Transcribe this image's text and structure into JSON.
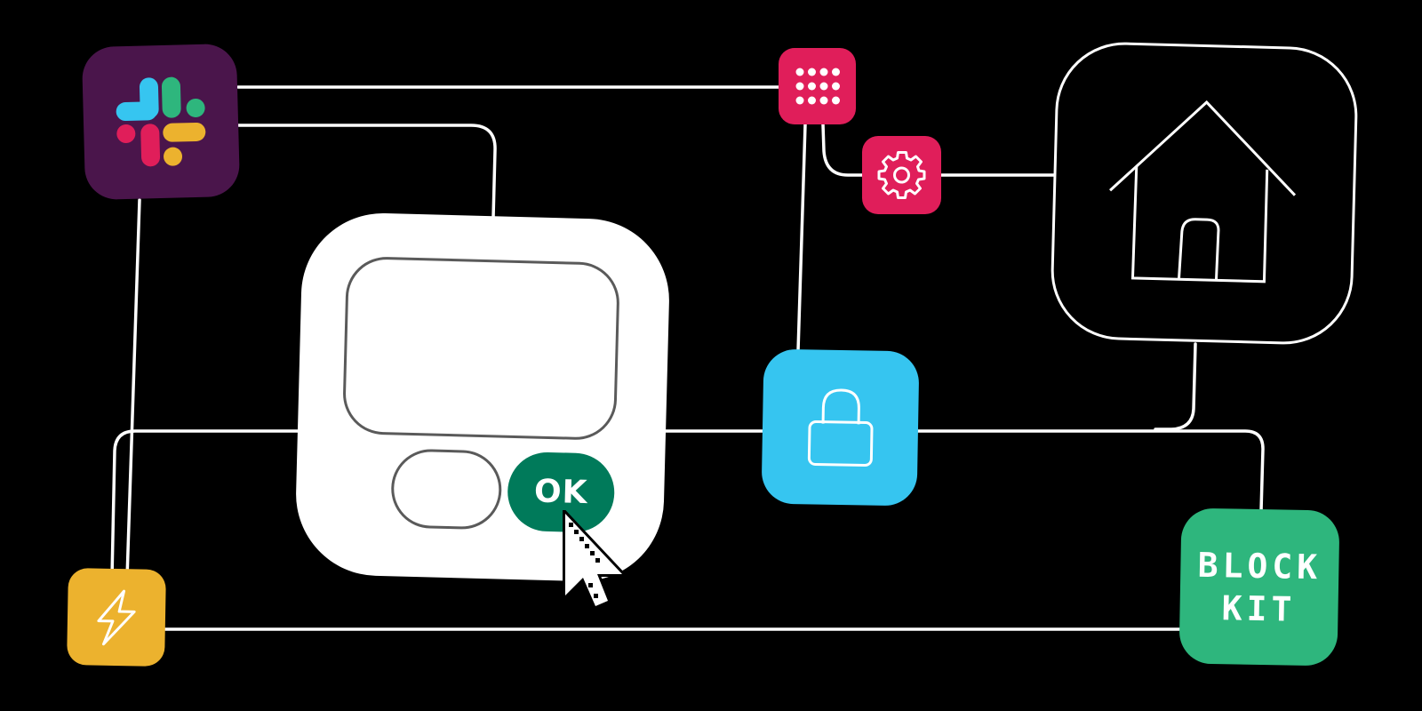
{
  "colors": {
    "background": "#000000",
    "line": "#ffffff",
    "slack_tile": "#4a154b",
    "slack_blue": "#36c5f0",
    "slack_green": "#2eb67d",
    "slack_red": "#e01e5a",
    "slack_yellow": "#ecb22e",
    "grid_tile": "#e01e5a",
    "gear_tile": "#e01e5a",
    "lock_tile": "#36c5f0",
    "bolt_tile": "#ecb22e",
    "block_tile": "#2eb67d",
    "ok_button": "#007a5a"
  },
  "icons": {
    "slack": "slack-logo-icon",
    "grid": "grid-dots-icon",
    "gear": "gear-icon",
    "home": "home-icon",
    "lock": "lock-icon",
    "bolt": "lightning-bolt-icon",
    "cursor": "pointer-cursor-icon"
  },
  "dialog": {
    "ok_label": "OK"
  },
  "block_kit": {
    "line1": "BLOCK",
    "line2": "KIT"
  }
}
